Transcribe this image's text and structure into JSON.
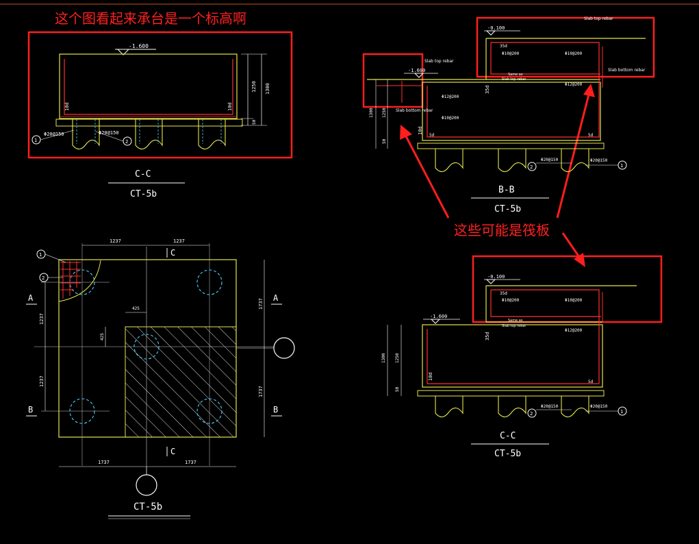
{
  "annotations": {
    "top_left_note": "这个图看起来承台是一个标高啊",
    "right_note": "这些可能是筏板",
    "note_color": "#ff2020"
  },
  "drawings": {
    "cc_top": {
      "elev": "-1.600",
      "dim_total": "1300",
      "dim_main": "1250",
      "dim_small": "50",
      "rebar1": "Φ20@150",
      "rebar2": "Φ20@150",
      "label_left": "10d",
      "label_right": "10d",
      "circle1": "1",
      "circle2": "2",
      "title": "C-C",
      "subtitle": "CT-5b"
    },
    "bb": {
      "elev_top": "-0.100",
      "elev_low": "-1.600",
      "slab_top": "Slab top rebar",
      "slab_bottom": "Slab bottom rebar",
      "same_as": "Same as",
      "slab_top2": "Slab top rebar",
      "r1": "Φ10@200",
      "r2": "Φ10@200",
      "r3": "Φ12@200",
      "r4": "Φ12@200",
      "r5": "Φ10@200",
      "r6": "Φ20@150",
      "r7": "Φ20@150",
      "d35": "35d",
      "d35v": "35d",
      "d10": "10d",
      "d5a": "5d",
      "d5b": "5d",
      "dim_1300": "1300",
      "dim_1250": "1250",
      "dim_50": "50",
      "circle1": "1",
      "circle2": "2",
      "title": "B-B",
      "subtitle": "CT-5b"
    },
    "cc_right": {
      "elev_top": "-0.100",
      "elev_low": "-1.600",
      "r1": "Φ10@200",
      "r2": "Φ10@200",
      "r3": "Φ12@200",
      "r6": "Φ20@150",
      "r7": "Φ20@150",
      "d35": "35d",
      "d35v": "35d",
      "d10": "10d",
      "d5": "5d",
      "same_as": "Same as",
      "slab_top": "Slab top rebar",
      "dim_1300": "1300",
      "dim_1250": "1250",
      "dim_50": "50",
      "circle1": "1",
      "circle2": "2",
      "title": "C-C",
      "subtitle": "CT-5b"
    },
    "plan": {
      "dim_top_left": "1237",
      "dim_top_right": "1237",
      "dim_bottom_left": "1737",
      "dim_bottom_right": "1737",
      "dim_left_top": "1237",
      "dim_left_bottom": "1237",
      "dim_right_top": "1737",
      "dim_right_bottom": "1737",
      "dim_425a": "425",
      "dim_425b": "425",
      "sec_a_left": "A",
      "sec_a_right": "A",
      "sec_b_left": "B",
      "sec_b_right": "B",
      "sec_c_top": "C",
      "sec_c_bottom": "C",
      "circle1": "1",
      "circle2": "2",
      "title": "CT-5b"
    }
  }
}
